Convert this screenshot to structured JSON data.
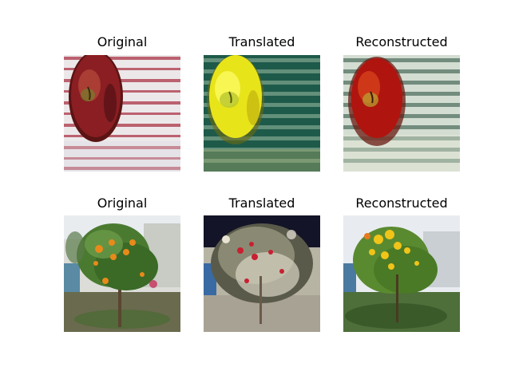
{
  "figure": {
    "rows": [
      {
        "subject": "apple",
        "panels": [
          {
            "title": "Original"
          },
          {
            "title": "Translated"
          },
          {
            "title": "Reconstructed"
          }
        ]
      },
      {
        "subject": "orange tree",
        "panels": [
          {
            "title": "Original"
          },
          {
            "title": "Translated"
          },
          {
            "title": "Reconstructed"
          }
        ]
      }
    ]
  }
}
